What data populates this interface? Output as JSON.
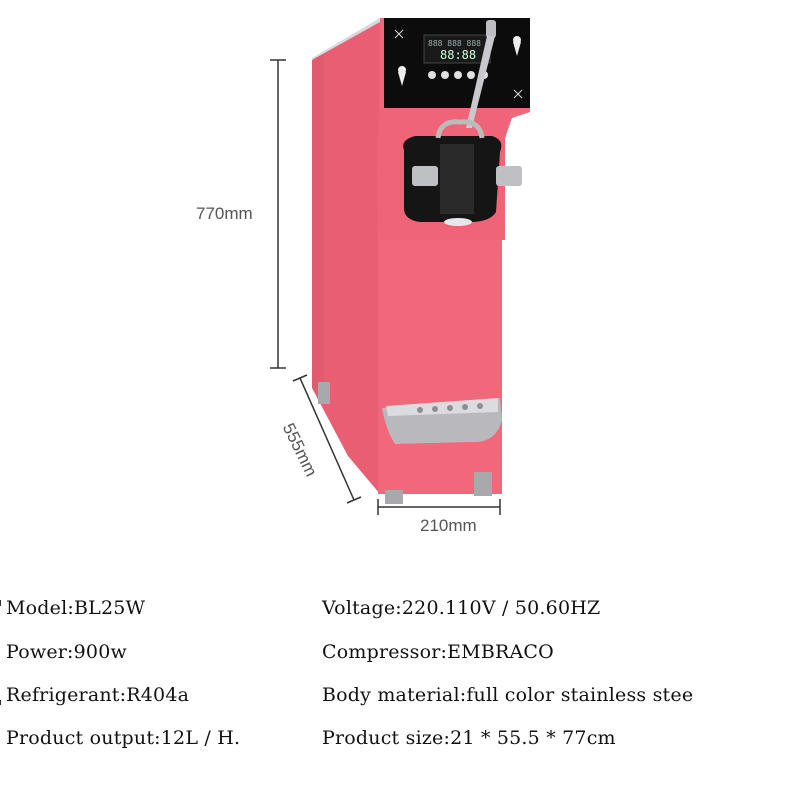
{
  "dimensions": {
    "height": "770mm",
    "depth": "555mm",
    "width": "210mm"
  },
  "specs": {
    "model": "Model:BL25W",
    "power": "Power:900w",
    "refrigerant": "Refrigerant:R404a",
    "product_output": "Product output:12L / H.",
    "voltage": "Voltage:220.110V / 50.60HZ",
    "compressor": "Compressor:EMBRACO",
    "body_material": "Body material:full color stainless stee",
    "product_size": "Product size:21 * 55.5 * 77cm"
  },
  "colors": {
    "body": "#f1687a",
    "body_dark": "#e2566a",
    "panel": "#0c0c0c",
    "steel": "#c9c9cc"
  }
}
